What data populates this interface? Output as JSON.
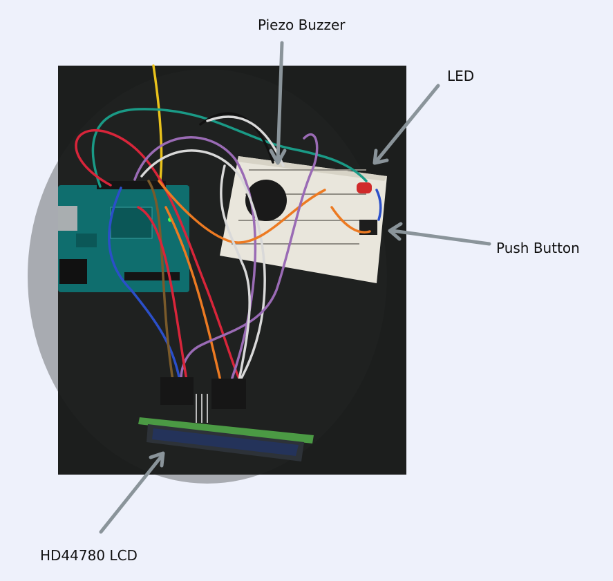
{
  "labels": {
    "piezo": "Piezo Buzzer",
    "led": "LED",
    "push_button": "Push Button",
    "lcd": "HD44780 LCD"
  },
  "colors": {
    "background": "#eef1fb",
    "arrow": "#8a949a",
    "photo_bg": "#1c1e1d",
    "arduino": "#0f6e6e",
    "breadboard": "#e9e6dc",
    "lcd_pcb": "#3f8a3a",
    "wire_red": "#d8253a",
    "wire_teal": "#1a9a86",
    "wire_purple": "#9a6bb5",
    "wire_white": "#d9d9d9",
    "wire_blue": "#2b4fc9",
    "wire_orange": "#ec7a22",
    "wire_yellow": "#e9c21c",
    "wire_brown": "#7a5a2a",
    "wire_black": "#111111"
  }
}
